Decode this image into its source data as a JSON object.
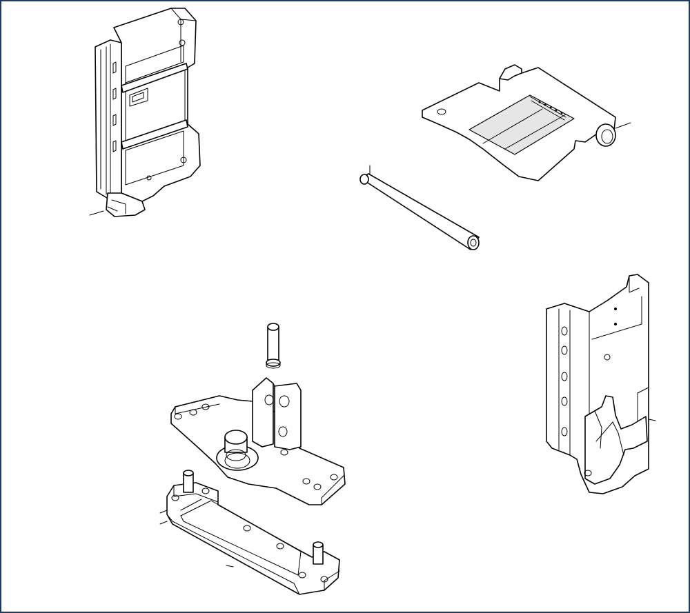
{
  "colors": {
    "frame_border": "#1f3a5f",
    "line": "#000000",
    "background": "#ffffff"
  },
  "parts": [
    {
      "name": "hinge-bracket-upper-left"
    },
    {
      "name": "hinge-plate-upper-right"
    },
    {
      "name": "hinge-pin-rod"
    },
    {
      "name": "hinge-bracket-right"
    },
    {
      "name": "hinge-pin-small"
    },
    {
      "name": "hinge-base-plate-with-clevis"
    },
    {
      "name": "hinge-lower-plate-with-studs"
    }
  ]
}
